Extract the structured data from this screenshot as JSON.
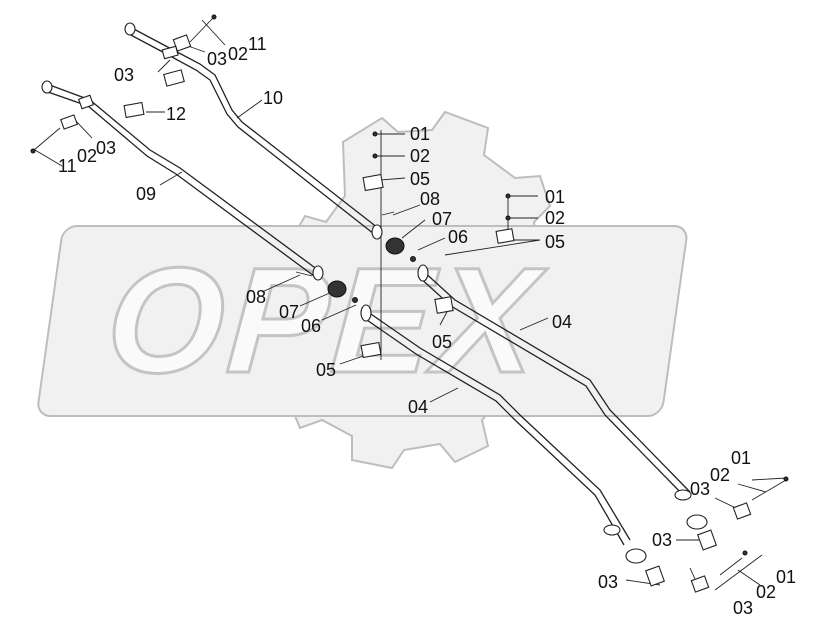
{
  "watermark": "OPEX",
  "callouts": [
    {
      "id": "c1",
      "text": "11"
    },
    {
      "id": "c2",
      "text": "02"
    },
    {
      "id": "c3",
      "text": "03"
    },
    {
      "id": "c4",
      "text": "03"
    },
    {
      "id": "c5",
      "text": "12"
    },
    {
      "id": "c6",
      "text": "10"
    },
    {
      "id": "c7",
      "text": "03"
    },
    {
      "id": "c8",
      "text": "02"
    },
    {
      "id": "c9",
      "text": "11"
    },
    {
      "id": "c10",
      "text": "09"
    },
    {
      "id": "c11",
      "text": "01"
    },
    {
      "id": "c12",
      "text": "02"
    },
    {
      "id": "c13",
      "text": "05"
    },
    {
      "id": "c14",
      "text": "08"
    },
    {
      "id": "c15",
      "text": "07"
    },
    {
      "id": "c16",
      "text": "06"
    },
    {
      "id": "c17",
      "text": "01"
    },
    {
      "id": "c18",
      "text": "02"
    },
    {
      "id": "c19",
      "text": "05"
    },
    {
      "id": "c20",
      "text": "08"
    },
    {
      "id": "c21",
      "text": "07"
    },
    {
      "id": "c22",
      "text": "06"
    },
    {
      "id": "c23",
      "text": "05"
    },
    {
      "id": "c24",
      "text": "04"
    },
    {
      "id": "c25",
      "text": "05"
    },
    {
      "id": "c26",
      "text": "04"
    },
    {
      "id": "c27",
      "text": "01"
    },
    {
      "id": "c28",
      "text": "02"
    },
    {
      "id": "c29",
      "text": "03"
    },
    {
      "id": "c30",
      "text": "03"
    },
    {
      "id": "c31",
      "text": "03"
    },
    {
      "id": "c32",
      "text": "01"
    },
    {
      "id": "c33",
      "text": "02"
    },
    {
      "id": "c34",
      "text": "03"
    }
  ]
}
